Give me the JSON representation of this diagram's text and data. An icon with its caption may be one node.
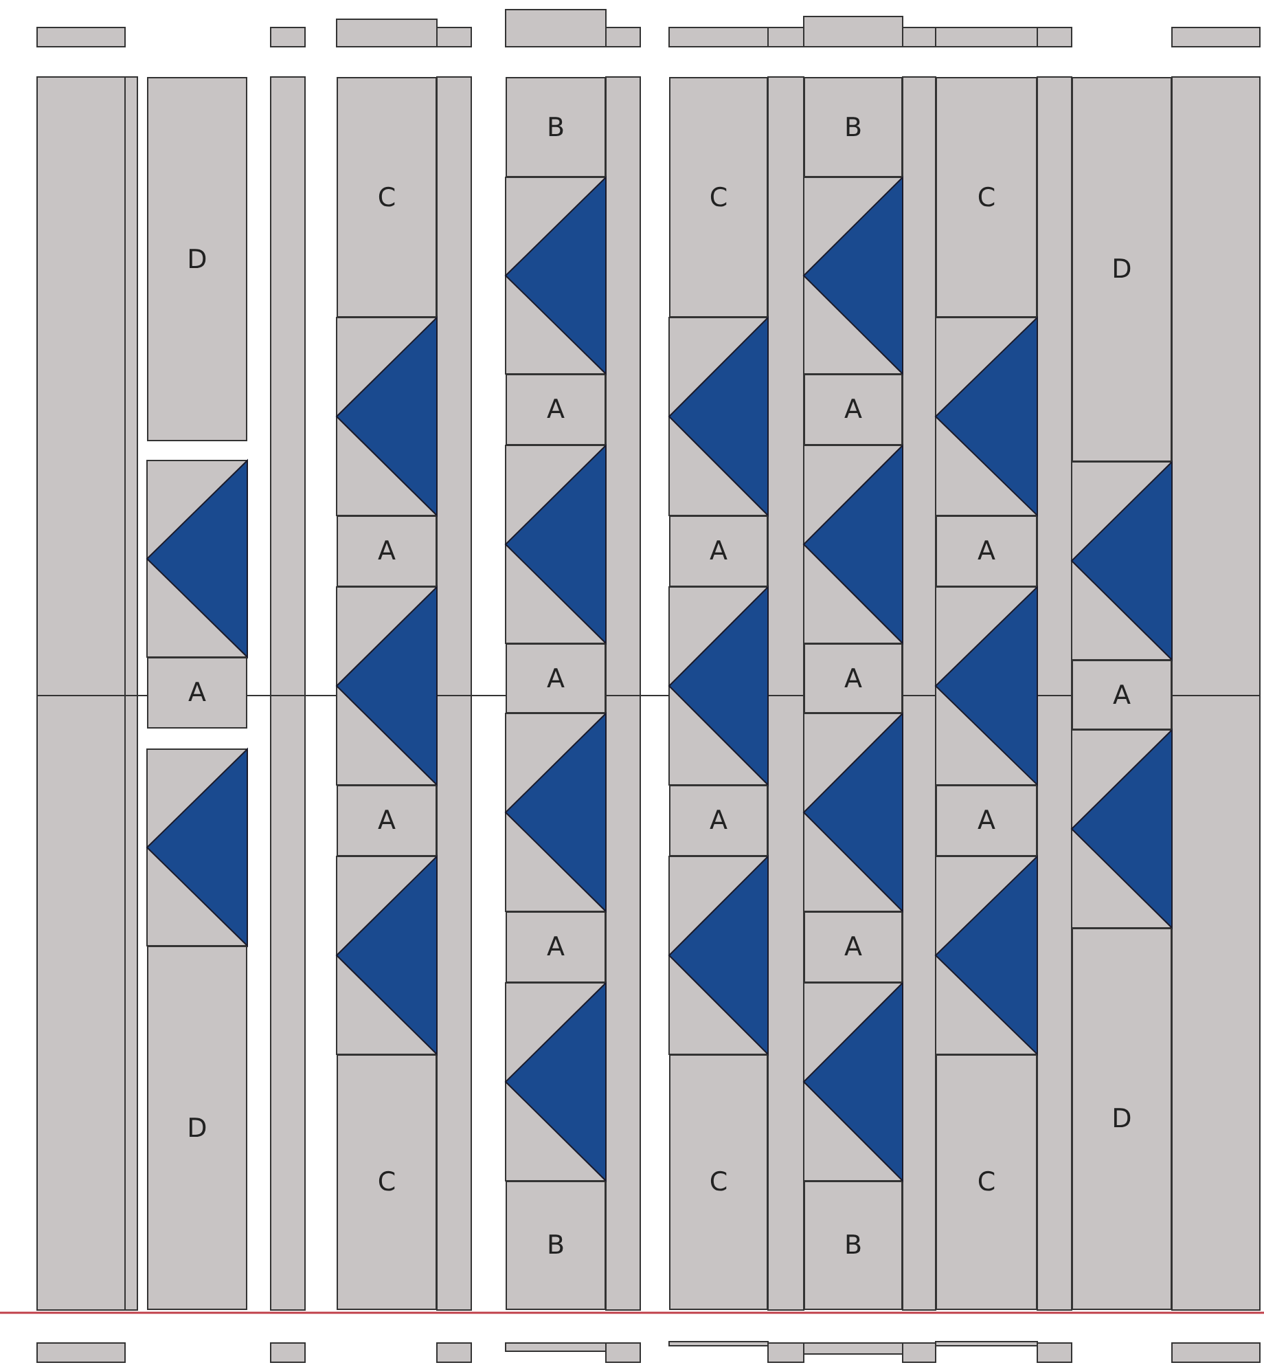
{
  "diagram": {
    "nodes": [
      {
        "text": [
          "D"
        ]
      },
      {
        "text": [
          "A"
        ]
      },
      {
        "text": [
          "D"
        ]
      },
      {
        "text": [
          "C"
        ]
      },
      {
        "text": [
          "A"
        ]
      },
      {
        "text": [
          "A"
        ]
      },
      {
        "text": [
          "C"
        ]
      },
      {
        "text": [
          "B"
        ]
      },
      {
        "text": [
          "A"
        ]
      },
      {
        "text": [
          "A"
        ]
      },
      {
        "text": [
          "A"
        ]
      },
      {
        "text": [
          "B"
        ]
      },
      {
        "text": [
          "C"
        ]
      },
      {
        "text": [
          "A"
        ]
      },
      {
        "text": [
          "A"
        ]
      },
      {
        "text": [
          "C"
        ]
      },
      {
        "text": [
          "B"
        ]
      },
      {
        "text": [
          "A"
        ]
      },
      {
        "text": [
          "A"
        ]
      },
      {
        "text": [
          "A"
        ]
      },
      {
        "text": [
          "B"
        ]
      },
      {
        "text": [
          "C"
        ]
      },
      {
        "text": [
          "A"
        ]
      },
      {
        "text": [
          "A"
        ]
      },
      {
        "text": [
          "C"
        ]
      },
      {
        "text": [
          "D"
        ]
      },
      {
        "text": [
          "A"
        ]
      },
      {
        "text": [
          "D"
        ]
      }
    ]
  }
}
